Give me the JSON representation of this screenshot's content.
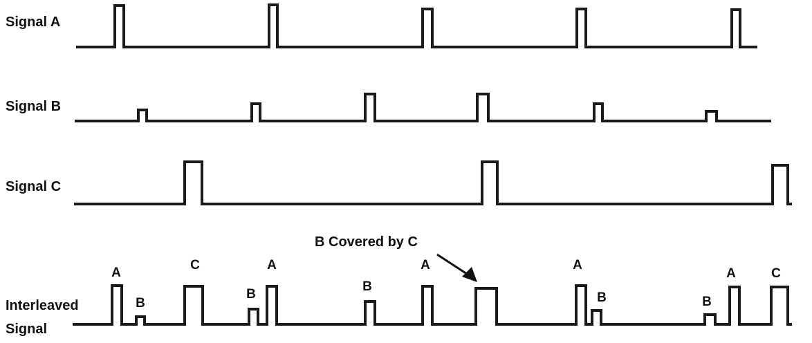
{
  "signals": [
    {
      "label": "Signal A"
    },
    {
      "label": "Signal B"
    },
    {
      "label": "Signal C"
    },
    {
      "label_line1": "Interleaved",
      "label_line2": "Signal"
    }
  ],
  "interleaved_pulse_labels": [
    "A",
    "B",
    "C",
    "B",
    "A",
    "B",
    "A",
    "A",
    "B",
    "B",
    "A",
    "C"
  ],
  "annotation": "B Covered by C",
  "colors": {
    "line": "#1a1a1a",
    "background": "#ffffff"
  }
}
